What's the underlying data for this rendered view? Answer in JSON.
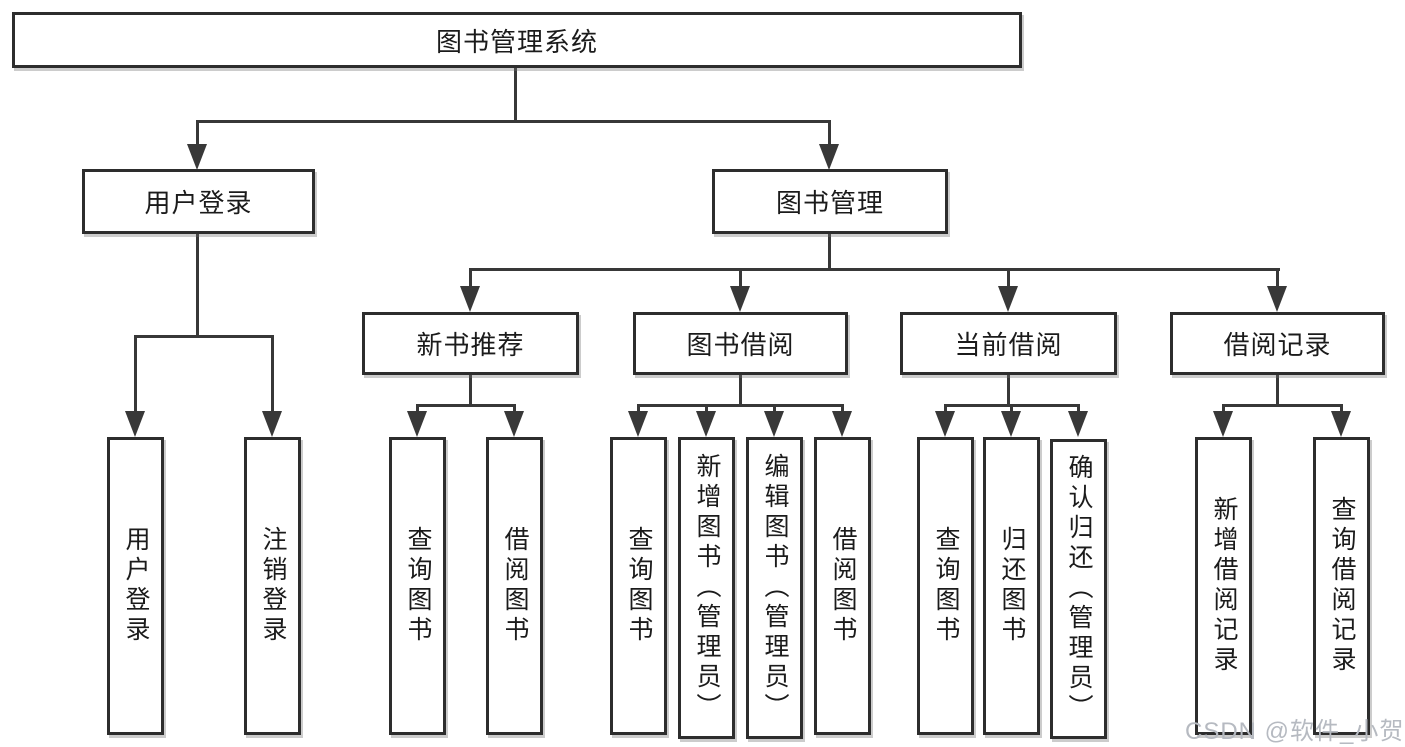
{
  "tree": {
    "root": "图书管理系统",
    "branches": [
      {
        "label": "用户登录",
        "children": [
          "用户登录",
          "注销登录"
        ]
      },
      {
        "label": "图书管理",
        "groups": [
          {
            "label": "新书推荐",
            "children": [
              "查询图书",
              "借阅图书"
            ]
          },
          {
            "label": "图书借阅",
            "children": [
              "查询图书",
              "新增图书（管理员）",
              "编辑图书（管理员）",
              "借阅图书"
            ]
          },
          {
            "label": "当前借阅",
            "children": [
              "查询图书",
              "归还图书",
              "确认归还（管理员）"
            ]
          },
          {
            "label": "借阅记录",
            "children": [
              "新增借阅记录",
              "查询借阅记录"
            ]
          }
        ]
      }
    ]
  },
  "watermark": {
    "text": "CSDN @软件_小贺同学"
  },
  "colors": {
    "background": "#ffffff",
    "line": "#383838",
    "box_border": "#2d2d2d",
    "text": "#1b1b1b",
    "watermark": "#b6bac1"
  }
}
